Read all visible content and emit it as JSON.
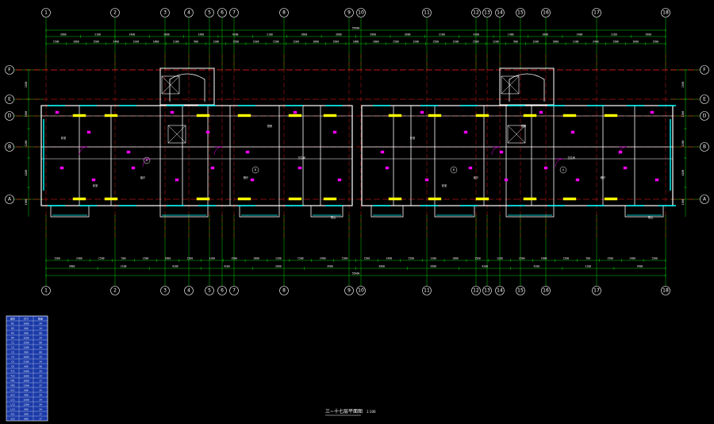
{
  "drawing": {
    "title": "三~十七层平面图",
    "scale": "1:100",
    "top_total_dim": "55900",
    "bottom_total_dim": "55900",
    "column_axes": [
      "1",
      "2",
      "3",
      "4",
      "5",
      "6",
      "7",
      "8",
      "9",
      "10",
      "11",
      "12",
      "13",
      "14",
      "15",
      "16",
      "17",
      "18"
    ],
    "row_axes": [
      "F",
      "E",
      "D",
      "B",
      "A"
    ],
    "top_dims_row1": [
      "3900",
      "2100",
      "2400",
      "1800",
      "1400",
      "4200",
      "2100",
      "2600",
      "3900",
      "3900",
      "2600",
      "2100",
      "4200",
      "1400",
      "1800",
      "2400",
      "2100",
      "3900"
    ],
    "top_dims_row2": [
      "1500",
      "1800",
      "1500",
      "2400",
      "1200",
      "1800",
      "1200",
      "900",
      "1200",
      "1500",
      "2100",
      "1500",
      "1200",
      "1800",
      "1500",
      "1800",
      "1800",
      "1500",
      "1200",
      "1500",
      "2100",
      "1500",
      "1200",
      "900",
      "1200",
      "1800",
      "1200",
      "2400",
      "1500",
      "1800",
      "1500"
    ],
    "bottom_dims_row1": [
      "1500",
      "2400",
      "1500",
      "500",
      "1500",
      "1800",
      "1500",
      "1200",
      "1500",
      "1800",
      "1200",
      "1500",
      "2400",
      "1500",
      "1500",
      "2400",
      "1500",
      "1200",
      "1800",
      "1500",
      "1200",
      "1500",
      "1800",
      "1500",
      "500",
      "1500",
      "2400",
      "1500"
    ],
    "bottom_dims_row2": [
      "3900",
      "2100",
      "4200",
      "4200",
      "2600",
      "3900",
      "3900",
      "2600",
      "4200",
      "4200",
      "2100",
      "3900"
    ],
    "left_dims": [
      "2100",
      "1500",
      "1200",
      "4200",
      "1500"
    ],
    "right_dims": [
      "2100",
      "1500",
      "1200",
      "4200",
      "1500"
    ],
    "unit_labels": [
      "A",
      "B",
      "B",
      "A"
    ],
    "room_labels": [
      "卧室",
      "卧室",
      "客厅",
      "厨房",
      "卫生间",
      "餐厅",
      "阳台",
      "卧室",
      "卧室",
      "客厅",
      "厨房",
      "卫生间",
      "餐厅",
      "阳台"
    ],
    "legend": {
      "headers": [
        "编号",
        "尺寸",
        "数量"
      ],
      "rows": [
        [
          "M1",
          "1000",
          "34"
        ],
        [
          "M2",
          "900",
          "34"
        ],
        [
          "M3",
          "800",
          "68"
        ],
        [
          "M4",
          "1500",
          "34"
        ],
        [
          "C1",
          "1500",
          "68"
        ],
        [
          "C2",
          "1200",
          "34"
        ],
        [
          "C3",
          "900",
          "68"
        ],
        [
          "C4",
          "1800",
          "34"
        ],
        [
          "C5",
          "2100",
          "34"
        ],
        [
          "C6",
          "600",
          "68"
        ],
        [
          "TC1",
          "2400",
          "34"
        ],
        [
          "TC2",
          "1800",
          "34"
        ],
        [
          "FM1",
          "1000",
          "17"
        ],
        [
          "FM2",
          "1200",
          "17"
        ],
        [
          "GC1",
          "600",
          "34"
        ],
        [
          "GC2",
          "900",
          "34"
        ],
        [
          "LC1",
          "1500",
          "34"
        ],
        [
          "LC2",
          "1200",
          "34"
        ],
        [
          "LC3",
          "900",
          "34"
        ],
        [
          "JC1",
          "600",
          "17"
        ],
        [
          "JC2",
          "800",
          "17"
        ]
      ]
    }
  },
  "colors": {
    "background": "#000000",
    "axis_line": "#00cc00",
    "axis_bubble": "#ffffff",
    "wall": "#ffffff",
    "window": "#00ffff",
    "door": "#ff00ff",
    "red_axis": "#ff2020",
    "yellow": "#ffff00",
    "dim": "#00ff00",
    "legend_fill": "#1a3aa8"
  }
}
